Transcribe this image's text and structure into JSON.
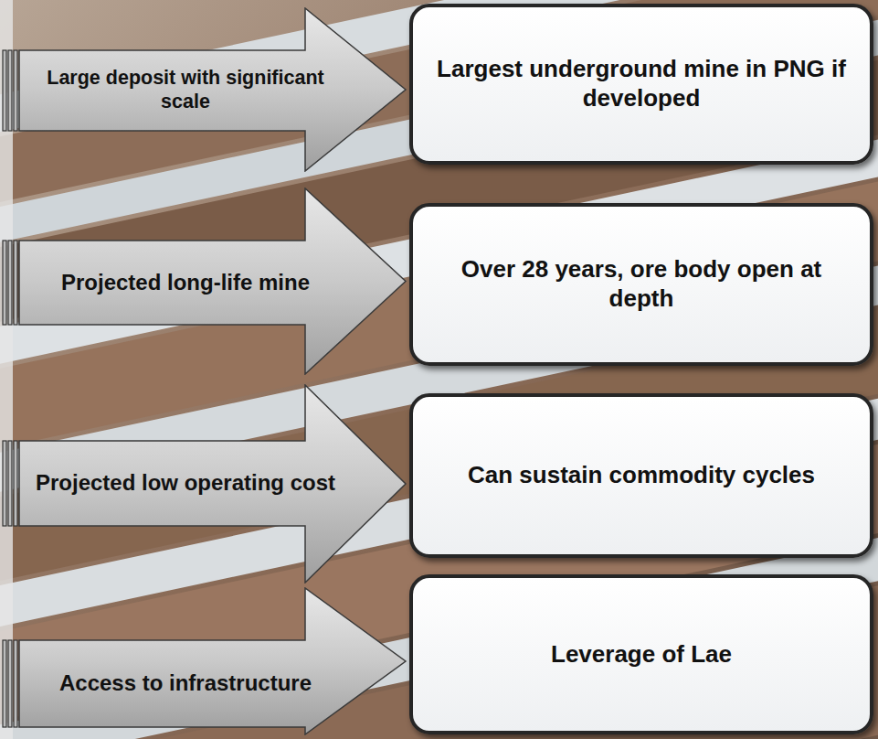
{
  "diagram": {
    "nodes": [
      {
        "text": [
          "Large deposit with significant scale"
        ]
      },
      {
        "text": [
          "Largest underground mine in PNG if developed"
        ]
      },
      {
        "text": [
          "Projected long-life mine"
        ]
      },
      {
        "text": [
          "Over 28 years, ore body open at depth"
        ]
      },
      {
        "text": [
          "Projected low operating cost"
        ]
      },
      {
        "text": [
          "Can sustain commodity cycles"
        ]
      },
      {
        "text": [
          "Access to infrastructure"
        ]
      },
      {
        "text": [
          "Leverage of Lae"
        ]
      }
    ]
  }
}
